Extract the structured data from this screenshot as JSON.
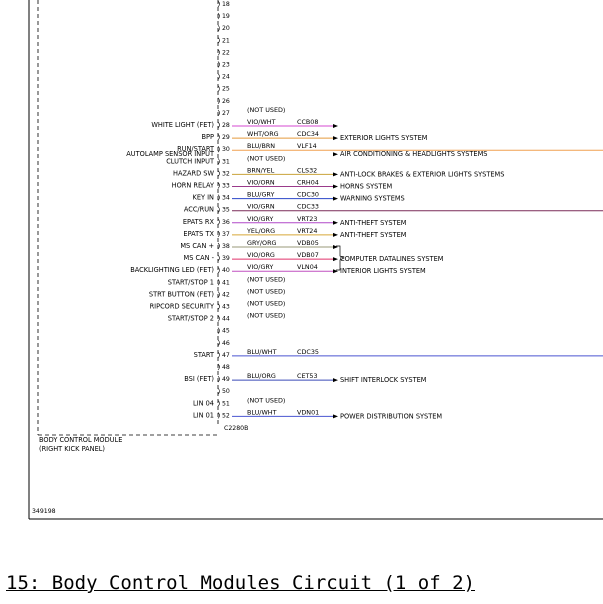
{
  "caption": "15: Body Control Modules Circuit (1 of 2)",
  "module": {
    "name": "BODY CONTROL MODULE",
    "location": "(RIGHT KICK PANEL)",
    "connector": "C2280B"
  },
  "figure_id": "349198",
  "pins": [
    {
      "pin": "18",
      "label": "",
      "color": "",
      "circuit": "",
      "dest": "",
      "line_color": ""
    },
    {
      "pin": "19",
      "label": "",
      "color": "",
      "circuit": "",
      "dest": "",
      "line_color": ""
    },
    {
      "pin": "20",
      "label": "",
      "color": "",
      "circuit": "",
      "dest": "",
      "line_color": ""
    },
    {
      "pin": "21",
      "label": "",
      "color": "",
      "circuit": "",
      "dest": "",
      "line_color": ""
    },
    {
      "pin": "22",
      "label": "",
      "color": "",
      "circuit": "",
      "dest": "",
      "line_color": ""
    },
    {
      "pin": "23",
      "label": "",
      "color": "",
      "circuit": "",
      "dest": "",
      "line_color": ""
    },
    {
      "pin": "24",
      "label": "",
      "color": "",
      "circuit": "",
      "dest": "",
      "line_color": ""
    },
    {
      "pin": "25",
      "label": "",
      "color": "",
      "circuit": "",
      "dest": "",
      "line_color": ""
    },
    {
      "pin": "26",
      "label": "",
      "color": "",
      "circuit": "",
      "dest": "",
      "line_color": ""
    },
    {
      "pin": "27",
      "label": "",
      "color": "(NOT USED)",
      "circuit": "",
      "dest": "",
      "line_color": ""
    },
    {
      "pin": "28",
      "label": "WHITE LIGHT (FET)",
      "color": "VIO/WHT",
      "circuit": "CCB08",
      "dest": "",
      "line_color": "#d64ad0"
    },
    {
      "pin": "29",
      "label": "BPP",
      "color": "WHT/ORG",
      "circuit": "CDC34",
      "dest": "EXTERIOR LIGHTS SYSTEM",
      "line_color": "#e59a3c"
    },
    {
      "pin": "30",
      "label": "RUN/START",
      "color": "BLU/BRN",
      "circuit": "VLF14",
      "dest": "",
      "line_color": "#3c3aa0",
      "long": "#f0a050"
    },
    {
      "pin": "",
      "label": "AUTOLAMP SENSOR INPUT",
      "color": "",
      "circuit": "",
      "dest": "AIR CONDITIONING & HEADLIGHTS SYSTEMS",
      "line_color": ""
    },
    {
      "pin": "31",
      "label": "CLUTCH INPUT",
      "color": "(NOT USED)",
      "circuit": "",
      "dest": "",
      "line_color": ""
    },
    {
      "pin": "32",
      "label": "HAZARD SW",
      "color": "BRN/YEL",
      "circuit": "CLS32",
      "dest": "ANTI-LOCK BRAKES & EXTERIOR LIGHTS SYSTEMS",
      "line_color": "#c9a23a"
    },
    {
      "pin": "33",
      "label": "HORN RELAY",
      "color": "VIO/ORN",
      "circuit": "CRH04",
      "dest": "HORNS SYSTEM",
      "line_color": "#9a3a8a"
    },
    {
      "pin": "34",
      "label": "KEY IN",
      "color": "BLU/GRY",
      "circuit": "CDC30",
      "dest": "WARNING SYSTEMS",
      "line_color": "#2a44c8"
    },
    {
      "pin": "35",
      "label": "ACC/RUN",
      "color": "VIO/GRN",
      "circuit": "CDC33",
      "dest": "",
      "line_color": "#7a2b58",
      "long": "#7a2b58"
    },
    {
      "pin": "36",
      "label": "EPATS RX",
      "color": "VIO/GRY",
      "circuit": "VRT23",
      "dest": "ANTI-THEFT SYSTEM",
      "line_color": "#b048c8"
    },
    {
      "pin": "37",
      "label": "EPATS TX",
      "color": "YEL/ORG",
      "circuit": "VRT24",
      "dest": "ANTI-THEFT SYSTEM",
      "line_color": "#d8a838"
    },
    {
      "pin": "38",
      "label": "MS CAN +",
      "color": "GRY/ORG",
      "circuit": "VDB05",
      "dest": "",
      "line_color": "#9a9a7a"
    },
    {
      "pin": "39",
      "label": "MS CAN -",
      "color": "VIO/ORG",
      "circuit": "VDB07",
      "dest": "COMPUTER DATALINES SYSTEM",
      "line_color": "#e0306a"
    },
    {
      "pin": "40",
      "label": "BACKLIGHTING LED (FET)",
      "color": "VIO/GRY",
      "circuit": "VLN04",
      "dest": "INTERIOR LIGHTS SYSTEM",
      "line_color": "#c050c0"
    },
    {
      "pin": "41",
      "label": "START/STOP 1",
      "color": "(NOT USED)",
      "circuit": "",
      "dest": "",
      "line_color": ""
    },
    {
      "pin": "42",
      "label": "STRT BUTTON (FET)",
      "color": "(NOT USED)",
      "circuit": "",
      "dest": "",
      "line_color": ""
    },
    {
      "pin": "43",
      "label": "RIPCORD SECURITY",
      "color": "(NOT USED)",
      "circuit": "",
      "dest": "",
      "line_color": ""
    },
    {
      "pin": "44",
      "label": "START/STOP 2",
      "color": "(NOT USED)",
      "circuit": "",
      "dest": "",
      "line_color": ""
    },
    {
      "pin": "45",
      "label": "",
      "color": "",
      "circuit": "",
      "dest": "",
      "line_color": ""
    },
    {
      "pin": "46",
      "label": "",
      "color": "",
      "circuit": "",
      "dest": "",
      "line_color": ""
    },
    {
      "pin": "47",
      "label": "START",
      "color": "BLU/WHT",
      "circuit": "CDC35",
      "dest": "",
      "line_color": "#4a55d0",
      "long": "#4a55d0"
    },
    {
      "pin": "48",
      "label": "",
      "color": "",
      "circuit": "",
      "dest": "",
      "line_color": ""
    },
    {
      "pin": "49",
      "label": "BSI (FET)",
      "color": "BLU/ORG",
      "circuit": "CET53",
      "dest": "SHIFT INTERLOCK SYSTEM",
      "line_color": "#3a4ab8"
    },
    {
      "pin": "50",
      "label": "",
      "color": "",
      "circuit": "",
      "dest": "",
      "line_color": ""
    },
    {
      "pin": "51",
      "label": "LIN 04",
      "color": "(NOT USED)",
      "circuit": "",
      "dest": "",
      "line_color": ""
    },
    {
      "pin": "52",
      "label": "LIN 01",
      "color": "BLU/WHT",
      "circuit": "VDN01",
      "dest": "POWER DISTRIBUTION SYSTEM",
      "line_color": "#4a55d0"
    }
  ]
}
